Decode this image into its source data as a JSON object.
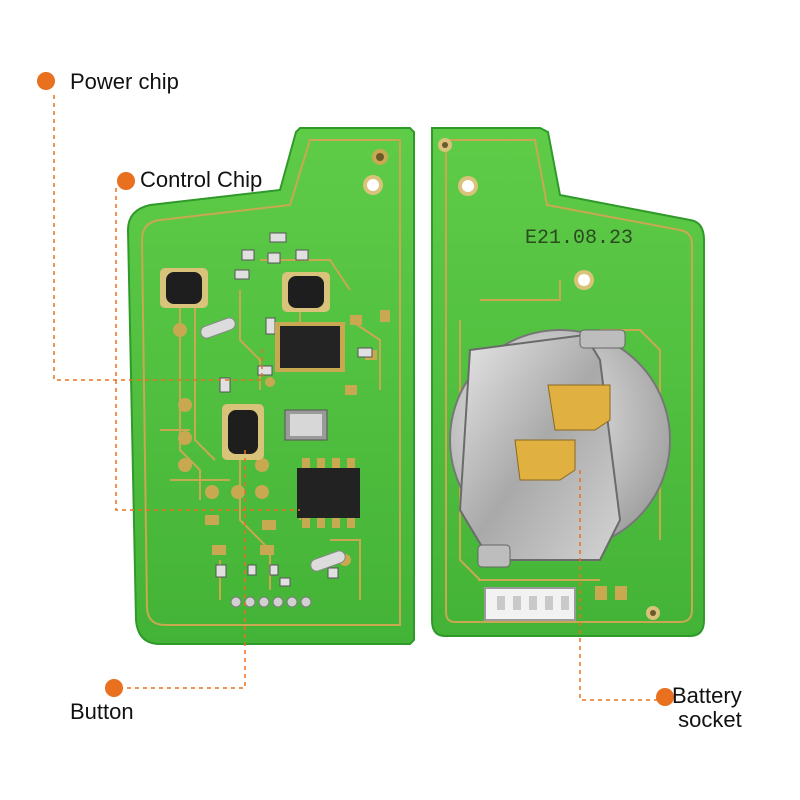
{
  "callouts": {
    "power_chip": "Power chip",
    "control_chip": "Control Chip",
    "button": "Button",
    "battery_socket_line1": "Battery",
    "battery_socket_line2": "socket"
  },
  "board_markings": {
    "date_code": "E21.08.23"
  },
  "colors": {
    "accent": "#E8701E",
    "pcb_green": "#4DBE3C",
    "pcb_edge": "#2F9A2A",
    "trace": "#C8A850",
    "silver": "#B8B8B8",
    "chip_black": "#1E1E1E",
    "text": "#111111"
  }
}
